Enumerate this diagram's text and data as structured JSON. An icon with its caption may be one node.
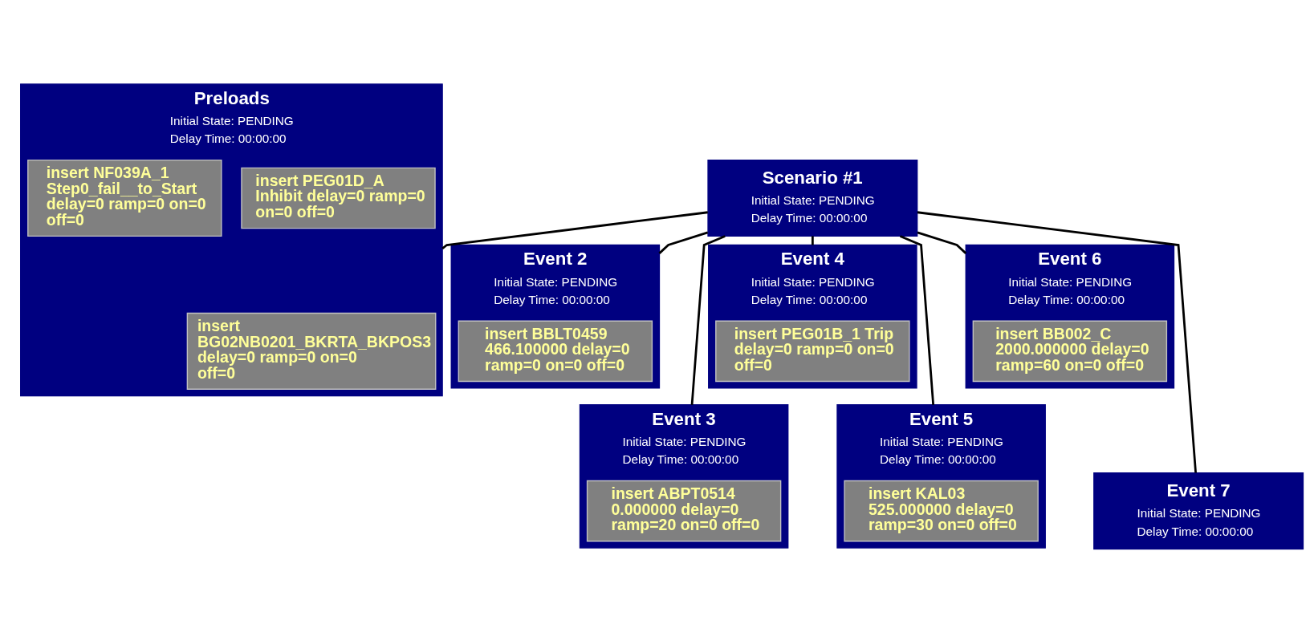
{
  "diagram": {
    "nodes": [
      {
        "text": [
          "Scenario #1",
          "Initial State: PENDING",
          "Delay Time: 00:00:00"
        ]
      },
      {
        "text": [
          "Preloads",
          "Initial State: PENDING",
          "Delay Time: 00:00:00"
        ]
      },
      {
        "text": [
          "insert BG02NB0201_BKRTA_BKPOS3 delay=0 ramp=0 on=0 off=0"
        ],
        "in": 1
      },
      {
        "text": [
          "insert PEG01D_A Inhibit delay=0 ramp=0 on=0 off=0"
        ],
        "in": 1
      },
      {
        "text": [
          "insert NF039A_1 Step0_fail__to_Start delay=0 ramp=0 on=0 off=0"
        ],
        "in": 1
      },
      {
        "text": [
          "Event 2",
          "Initial State: PENDING",
          "Delay Time: 00:00:00"
        ]
      },
      {
        "text": [
          "insert BBLT0459 466.100000 delay=0 ramp=0 on=0 off=0"
        ],
        "in": 5
      },
      {
        "text": [
          "Event 3",
          "Initial State: PENDING",
          "Delay Time: 00:00:00"
        ]
      },
      {
        "text": [
          "insert ABPT0514 0.000000 delay=0 ramp=20 on=0 off=0"
        ],
        "in": 7
      },
      {
        "text": [
          "Event 4",
          "Initial State: PENDING",
          "Delay Time: 00:00:00"
        ]
      },
      {
        "text": [
          "insert PEG01B_1 Trip delay=0 ramp=0 on=0 off=0"
        ],
        "in": 9
      },
      {
        "text": [
          "Event 5",
          "Initial State: PENDING",
          "Delay Time: 00:00:00"
        ]
      },
      {
        "text": [
          "insert KAL03 525.000000 delay=0 ramp=30 on=0 off=0"
        ],
        "in": 11
      },
      {
        "text": [
          "Event 6",
          "Initial State: PENDING",
          "Delay Time: 00:00:00"
        ]
      },
      {
        "text": [
          "insert BB002_C 2000.000000 delay=0 ramp=60 on=0 off=0"
        ],
        "in": 13
      },
      {
        "text": [
          "Event 7",
          "Initial State: PENDING",
          "Delay Time: 00:00:00"
        ]
      }
    ],
    "edges": [
      {
        "from": 0,
        "to": 1,
        "arrow": "none"
      },
      {
        "from": 0,
        "to": 5,
        "arrow": "none"
      },
      {
        "from": 0,
        "to": 7,
        "arrow": "none"
      },
      {
        "from": 0,
        "to": 9,
        "arrow": "none"
      },
      {
        "from": 0,
        "to": 11,
        "arrow": "none"
      },
      {
        "from": 0,
        "to": 13,
        "arrow": "none"
      },
      {
        "from": 0,
        "to": 15,
        "arrow": "none"
      }
    ]
  }
}
